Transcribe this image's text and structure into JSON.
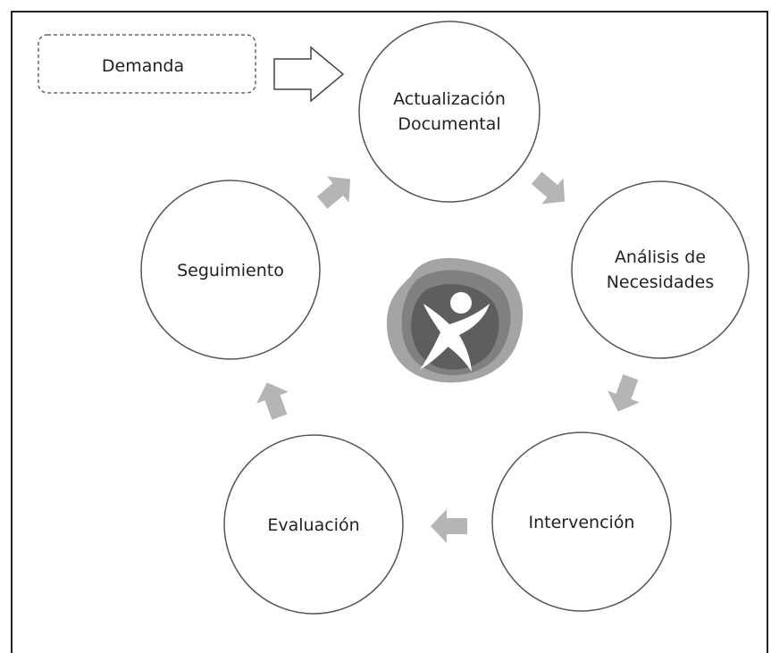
{
  "diagram": {
    "demand_label": "Demanda",
    "nodes": {
      "actualizacion": {
        "line1": "Actualización",
        "line2": "Documental"
      },
      "analisis": {
        "line1": "Análisis de",
        "line2": "Necesidades"
      },
      "intervencion": {
        "label": "Intervención"
      },
      "evaluacion": {
        "label": "Evaluación"
      },
      "seguimiento": {
        "label": "Seguimiento"
      }
    },
    "colors": {
      "stroke": "#555555",
      "arrow_fill": "#b5b5b5",
      "logo_dark": "#5e5e5e",
      "logo_mid": "#808080",
      "logo_light": "#a4a4a4"
    },
    "icons": [
      "outline-arrow-icon",
      "cycle-arrow-icon",
      "person-logo-icon"
    ]
  }
}
